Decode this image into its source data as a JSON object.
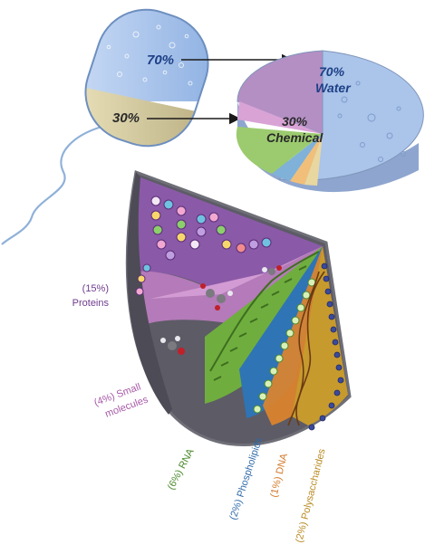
{
  "cell": {
    "water_pct": "70%",
    "chemical_pct": "30%"
  },
  "pie": {
    "water_pct": "70%",
    "water_label": "Water",
    "chemical_pct": "30%",
    "chemical_label": "Chemical"
  },
  "breakdown": [
    {
      "pct": "(15%)",
      "name": "Proteins",
      "value": 15,
      "color": "#8a5aa8"
    },
    {
      "pct": "(4%)",
      "name_line1": "Small",
      "name_line2": "molecules",
      "value": 4,
      "color": "#c27bbf"
    },
    {
      "pct": "(6%)",
      "name": "RNA",
      "value": 6,
      "color": "#6fae3e"
    },
    {
      "pct": "(2%)",
      "name": "Phospholipids",
      "value": 2,
      "color": "#2f74b5"
    },
    {
      "pct": "(1%)",
      "name": "DNA",
      "value": 1,
      "color": "#e0852a"
    },
    {
      "pct": "(2%)",
      "name": "Polysaccharides",
      "value": 2,
      "color": "#c79a2e"
    }
  ],
  "colors": {
    "water": "#aac4ea",
    "chemical": "#cfa6d4",
    "cell_top": "#a9c6ee",
    "cell_bottom": "#d7cfa4",
    "outline": "#6f6f78"
  }
}
